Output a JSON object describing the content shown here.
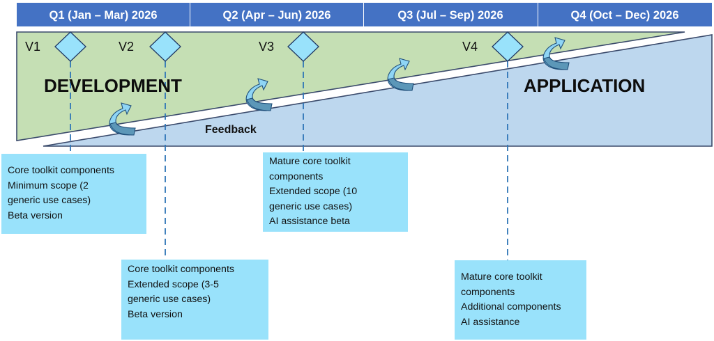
{
  "timeline": {
    "quarters": [
      {
        "label": "Q1 (Jan – Mar) 2026"
      },
      {
        "label": "Q2 (Apr – Jun) 2026"
      },
      {
        "label": "Q3 (Jul – Sep) 2026"
      },
      {
        "label": "Q4 (Oct – Dec) 2026"
      }
    ],
    "colors": {
      "header": "#4472C4",
      "development": "#C5DFB4",
      "application": "#BDD7EE",
      "milestone": "#99E2FB",
      "outline": "#3A4A6B",
      "connector": "#2E75B6"
    }
  },
  "phases": {
    "development": "DEVELOPMENT",
    "application": "APPLICATION",
    "feedback": "Feedback"
  },
  "versions": [
    {
      "label": "V1",
      "details": [
        "Core toolkit components",
        "Minimum scope (2",
        "generic use cases)",
        "Beta version"
      ]
    },
    {
      "label": "V2",
      "details": [
        "Core toolkit components",
        "Extended scope (3-5",
        "generic use cases)",
        "Beta version"
      ]
    },
    {
      "label": "V3",
      "details": [
        "Mature core toolkit",
        "components",
        "Extended scope (10",
        "generic use cases)",
        "AI assistance beta"
      ]
    },
    {
      "label": "V4",
      "details": [
        "Mature core toolkit",
        "components",
        "Additional components",
        "AI assistance"
      ]
    }
  ],
  "icons": {
    "milestone": "diamond-icon",
    "feedback": "curved-arrow-icon"
  }
}
